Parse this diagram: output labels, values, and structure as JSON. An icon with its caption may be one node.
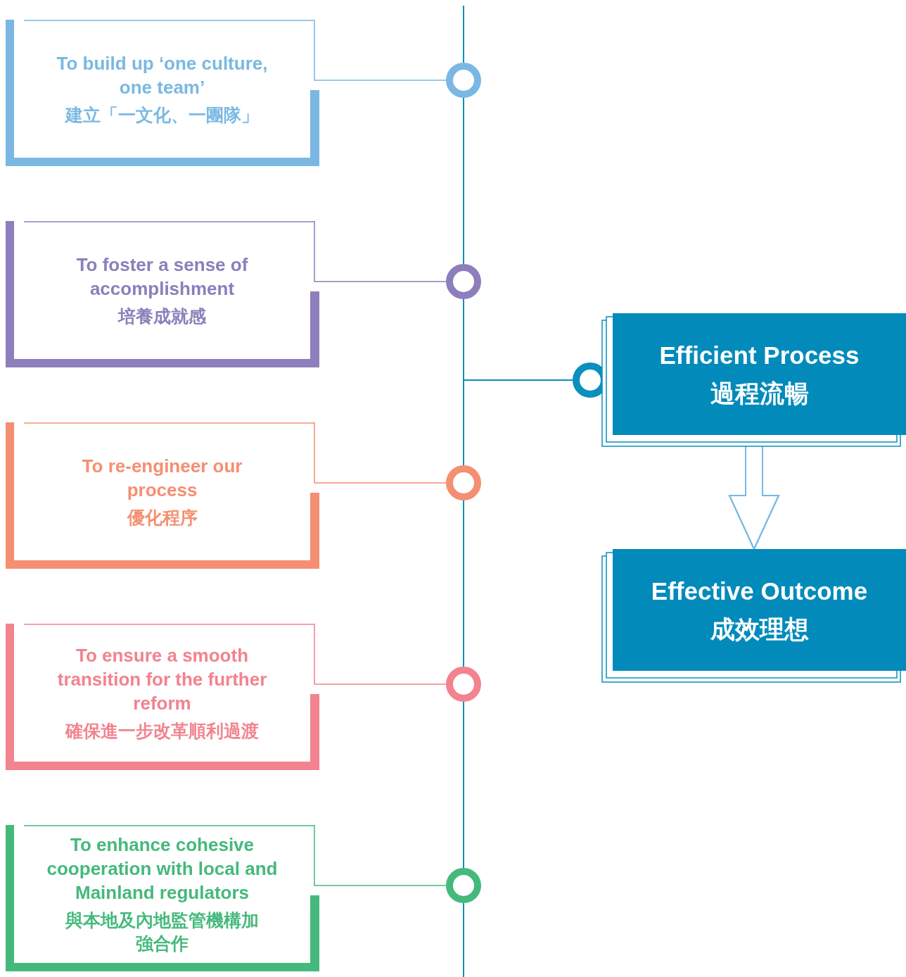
{
  "diagram": {
    "nodes": [
      {
        "text": [
          "To build up ‘one culture, one team’",
          "建立「一文化、一團隊」"
        ]
      },
      {
        "text": [
          "To foster a sense of accomplishment",
          "培養成就感"
        ]
      },
      {
        "text": [
          "To re-engineer our process",
          "優化程序"
        ]
      },
      {
        "text": [
          "To ensure a smooth transition for the further reform",
          "確保進一步改革順利過渡"
        ]
      },
      {
        "text": [
          "To enhance cohesive cooperation with local and Mainland regulators",
          "與本地及內地監管機構加強合作"
        ]
      },
      {
        "text": [],
        "shape": "circle"
      },
      {
        "text": [],
        "shape": "circle"
      },
      {
        "text": [],
        "shape": "circle"
      },
      {
        "text": [],
        "shape": "circle"
      },
      {
        "text": [],
        "shape": "circle"
      },
      {
        "text": [],
        "shape": "circle"
      },
      {
        "text": [
          "Efficient Process",
          "過程流暢"
        ]
      },
      {
        "text": [
          "Effective Outcome",
          "成效理想"
        ]
      }
    ],
    "edges": [
      {
        "from": 0,
        "to": 5,
        "arrow": "none",
        "color": "#7ab8e3"
      },
      {
        "from": 1,
        "to": 6,
        "arrow": "none",
        "color": "#8c7fbb"
      },
      {
        "from": 2,
        "to": 7,
        "arrow": "none",
        "color": "#f58f72"
      },
      {
        "from": 3,
        "to": 8,
        "arrow": "none",
        "color": "#f2838f"
      },
      {
        "from": 4,
        "to": 9,
        "arrow": "none",
        "color": "#45b97c"
      },
      {
        "from": 5,
        "to": 6,
        "arrow": "none"
      },
      {
        "from": 6,
        "to": 7,
        "arrow": "none"
      },
      {
        "from": 7,
        "to": 8,
        "arrow": "none"
      },
      {
        "from": 8,
        "to": 9,
        "arrow": "none"
      },
      {
        "from": null,
        "to": 10,
        "arrow": "none"
      },
      {
        "from": 11,
        "to": 12,
        "arrow": "to",
        "color": "#7ab8e3"
      }
    ]
  }
}
